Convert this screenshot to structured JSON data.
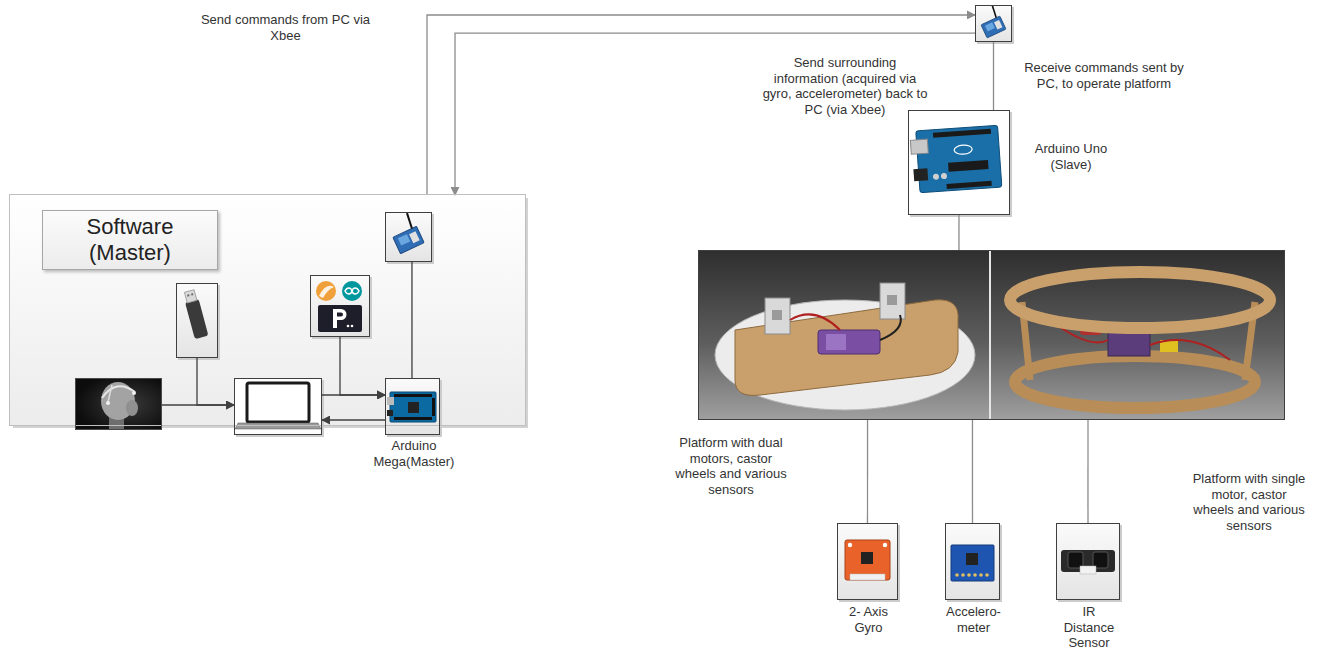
{
  "diagram": {
    "nodes": [
      {
        "text": [
          "Software (Master)"
        ]
      },
      {
        "text": [],
        "in": 0
      },
      {
        "text": [],
        "in": 0
      },
      {
        "text": [],
        "in": 0
      },
      {
        "text": [],
        "in": 0
      },
      {
        "text": [],
        "in": 0
      },
      {
        "text": [
          "Arduino Mega(Master)"
        ],
        "in": 0
      },
      {
        "text": []
      },
      {
        "text": [
          "Arduino Uno (Slave)"
        ]
      },
      {
        "text": [
          "Platform with dual motors, castor wheels and various sensors",
          "Platform with single motor, castor wheels and various sensors"
        ]
      },
      {
        "text": [
          "2- Axis Gyro"
        ]
      },
      {
        "text": [
          "Accelero- meter"
        ]
      },
      {
        "text": [
          "IR Distance Sensor"
        ]
      }
    ],
    "edges": [
      {
        "from": 0,
        "to": 7,
        "arrow": "to"
      },
      {
        "from": 7,
        "to": 0,
        "arrow": "to"
      },
      {
        "from": 7,
        "to": 8,
        "arrow": "none"
      },
      {
        "from": 8,
        "to": 9,
        "arrow": "none"
      },
      {
        "from": 9,
        "to": 10,
        "arrow": "none"
      },
      {
        "from": 9,
        "to": 11,
        "arrow": "none"
      },
      {
        "from": 9,
        "to": 12,
        "arrow": "none"
      },
      {
        "from": 1,
        "to": 3,
        "arrow": "to"
      },
      {
        "from": 2,
        "to": 3,
        "arrow": "to"
      },
      {
        "from": 4,
        "to": 6,
        "arrow": "to"
      },
      {
        "from": 3,
        "to": 6,
        "arrow": "to"
      },
      {
        "from": 6,
        "to": 3,
        "arrow": "to"
      },
      {
        "from": 6,
        "to": 5,
        "arrow": "none"
      }
    ],
    "labels": [
      "Send commands from PC via Xbee",
      "Send surrounding information (acquired via gyro, accelerometer) back to PC (via Xbee)",
      "Receive commands sent by PC, to operate platform"
    ]
  }
}
